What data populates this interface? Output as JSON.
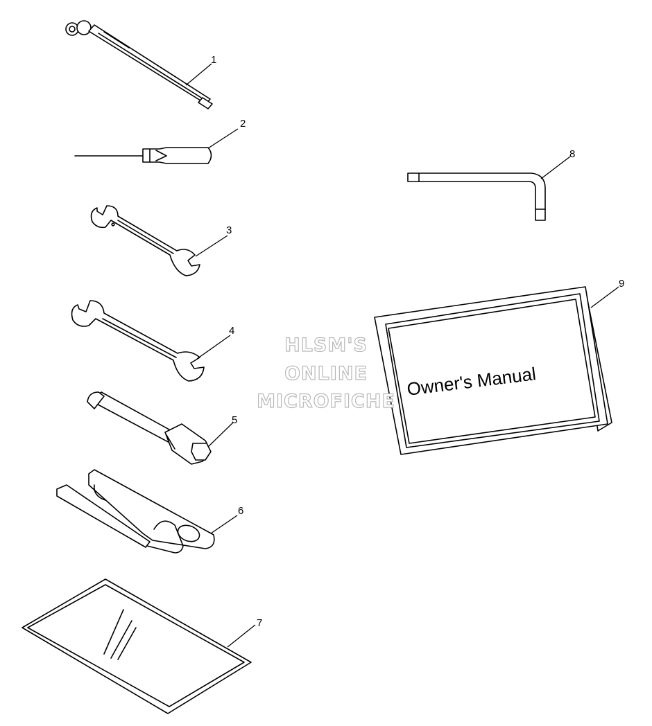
{
  "callouts": [
    "1",
    "2",
    "3",
    "4",
    "5",
    "6",
    "7",
    "8",
    "9"
  ],
  "manual": {
    "title": "Owner's Manual"
  },
  "watermark": {
    "lines": [
      "HLSM'S",
      "ONLINE",
      "MICROFICHE"
    ],
    "stroke_color": "#b8b8b8"
  }
}
